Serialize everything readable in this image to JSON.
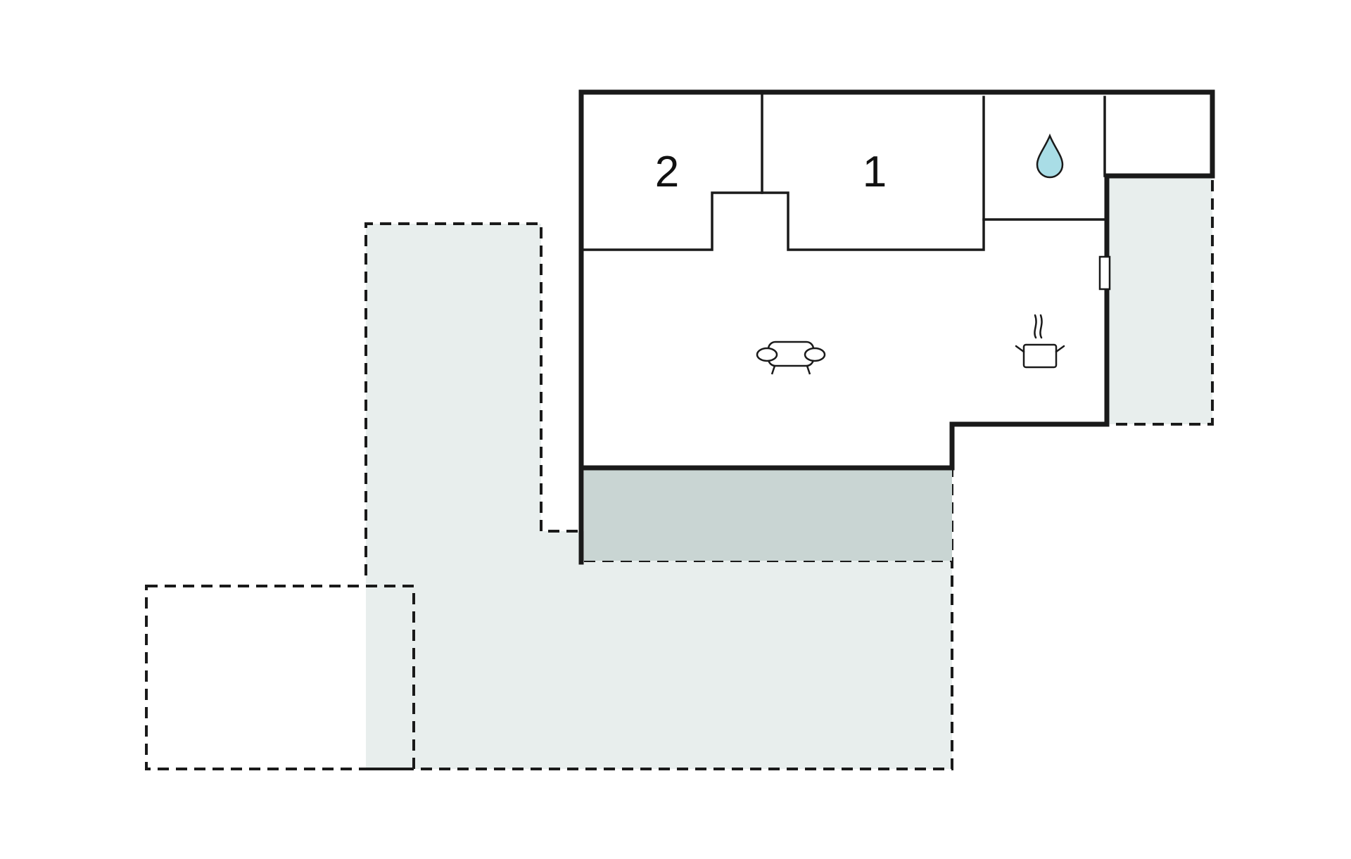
{
  "floorplan": {
    "rooms": [
      {
        "id": "bedroom-2",
        "label": "2"
      },
      {
        "id": "bedroom-1",
        "label": "1"
      }
    ],
    "icons": {
      "bathroom": "water-drop-icon",
      "living": "sofa-icon",
      "kitchen": "cooking-pot-icon"
    },
    "colors": {
      "wall": "#1a1a1a",
      "terrace_light": "#e8eeed",
      "terrace_covered": "#c9d5d3",
      "water_drop": "#a9dde6",
      "background": "#ffffff"
    }
  }
}
